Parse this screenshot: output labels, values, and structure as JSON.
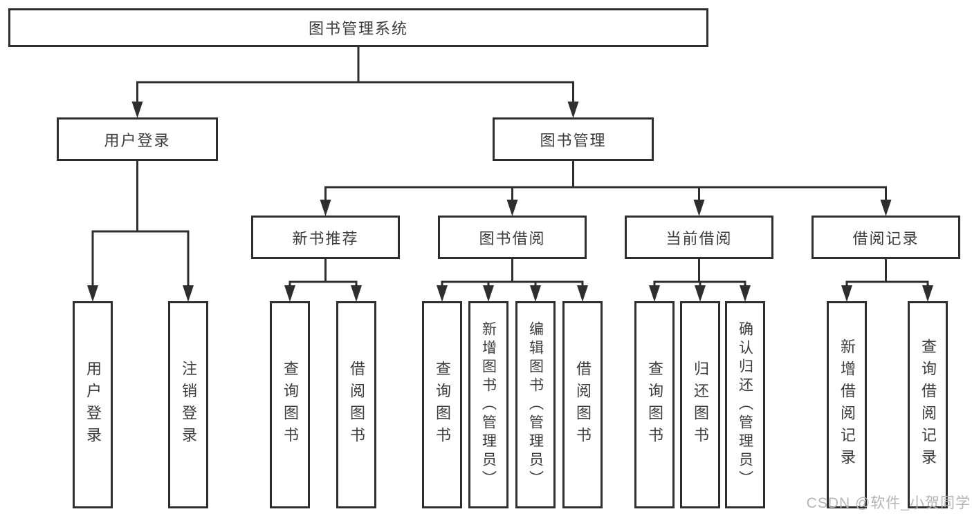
{
  "diagram": {
    "title": "图书管理系统",
    "root": {
      "id": "root",
      "label": "图书管理系统",
      "children": [
        {
          "id": "user-login",
          "label": "用户登录",
          "children": [
            {
              "id": "user-login-leaf",
              "label": "用户登录",
              "vertical": true
            },
            {
              "id": "logout-leaf",
              "label": "注销登录",
              "vertical": true
            }
          ]
        },
        {
          "id": "book-mgmt",
          "label": "图书管理",
          "children": [
            {
              "id": "new-book-rec",
              "label": "新书推荐",
              "children": [
                {
                  "id": "nbr-query-book",
                  "label": "查询图书",
                  "vertical": true
                },
                {
                  "id": "nbr-borrow-book",
                  "label": "借阅图书",
                  "vertical": true
                }
              ]
            },
            {
              "id": "book-borrow",
              "label": "图书借阅",
              "children": [
                {
                  "id": "bb-query-book",
                  "label": "查询图书",
                  "vertical": true
                },
                {
                  "id": "bb-add-book",
                  "label": "新增图书（管理员）",
                  "vertical": true
                },
                {
                  "id": "bb-edit-book",
                  "label": "编辑图书（管理员）",
                  "vertical": true
                },
                {
                  "id": "bb-borrow-book",
                  "label": "借阅图书",
                  "vertical": true
                }
              ]
            },
            {
              "id": "current-borrow",
              "label": "当前借阅",
              "children": [
                {
                  "id": "cb-query-book",
                  "label": "查询图书",
                  "vertical": true
                },
                {
                  "id": "cb-return-book",
                  "label": "归还图书",
                  "vertical": true
                },
                {
                  "id": "cb-confirm-return",
                  "label": "确认归还（管理员）",
                  "vertical": true
                }
              ]
            },
            {
              "id": "borrow-records",
              "label": "借阅记录",
              "children": [
                {
                  "id": "br-add-record",
                  "label": "新增借阅记录",
                  "vertical": true
                },
                {
                  "id": "br-query-record",
                  "label": "查询借阅记录",
                  "vertical": true
                }
              ]
            }
          ]
        }
      ]
    },
    "watermark": "CSDN @软件_小贺同学",
    "line_color": "#2e2e2e",
    "text_color": "#3c3c3c",
    "watermark_color": "#b5b5b5"
  }
}
